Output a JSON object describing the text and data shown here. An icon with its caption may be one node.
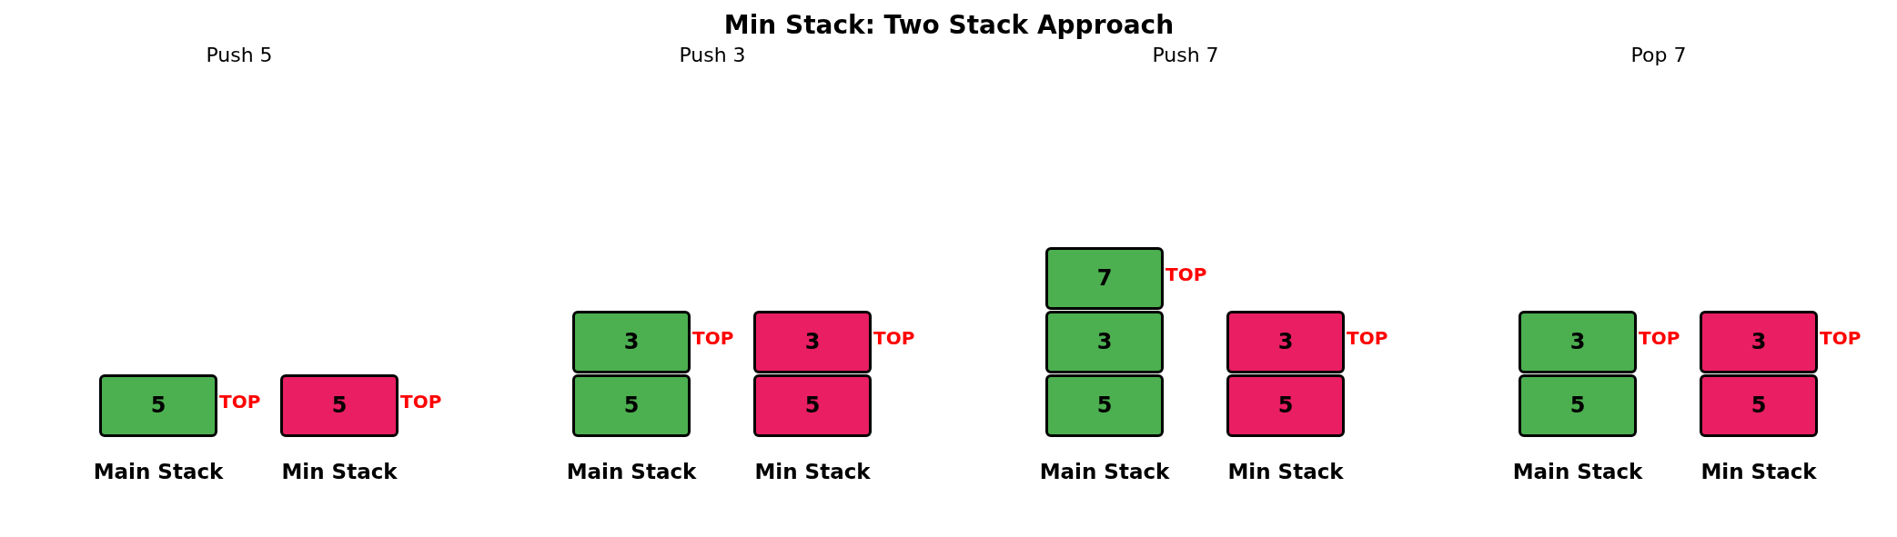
{
  "diagram": {
    "title": "Min Stack: Two Stack Approach",
    "nodes": [
      {
        "text": [
          "5"
        ],
        "beside": [
          "TOP"
        ]
      },
      {
        "text": [
          "5"
        ],
        "beside": [
          "TOP"
        ]
      },
      {
        "text": [
          "3"
        ],
        "beside": [
          "TOP"
        ]
      },
      {
        "text": [
          "5"
        ]
      },
      {
        "text": [
          "3"
        ],
        "beside": [
          "TOP"
        ]
      },
      {
        "text": [
          "5"
        ]
      },
      {
        "text": [
          "7"
        ],
        "beside": [
          "TOP"
        ]
      },
      {
        "text": [
          "3"
        ]
      },
      {
        "text": [
          "5"
        ]
      },
      {
        "text": [
          "3"
        ],
        "beside": [
          "TOP"
        ]
      },
      {
        "text": [
          "5"
        ]
      },
      {
        "text": [
          "3"
        ],
        "beside": [
          "TOP"
        ]
      },
      {
        "text": [
          "5"
        ]
      },
      {
        "text": [
          "3"
        ],
        "beside": [
          "TOP"
        ]
      },
      {
        "text": [
          "5"
        ]
      }
    ],
    "labels": [
      "Push 5",
      "Main Stack",
      "Min Stack",
      "Push 3",
      "Main Stack",
      "Min Stack",
      "Push 7",
      "Main Stack",
      "Min Stack",
      "Pop 7",
      "Main Stack",
      "Min Stack"
    ]
  }
}
